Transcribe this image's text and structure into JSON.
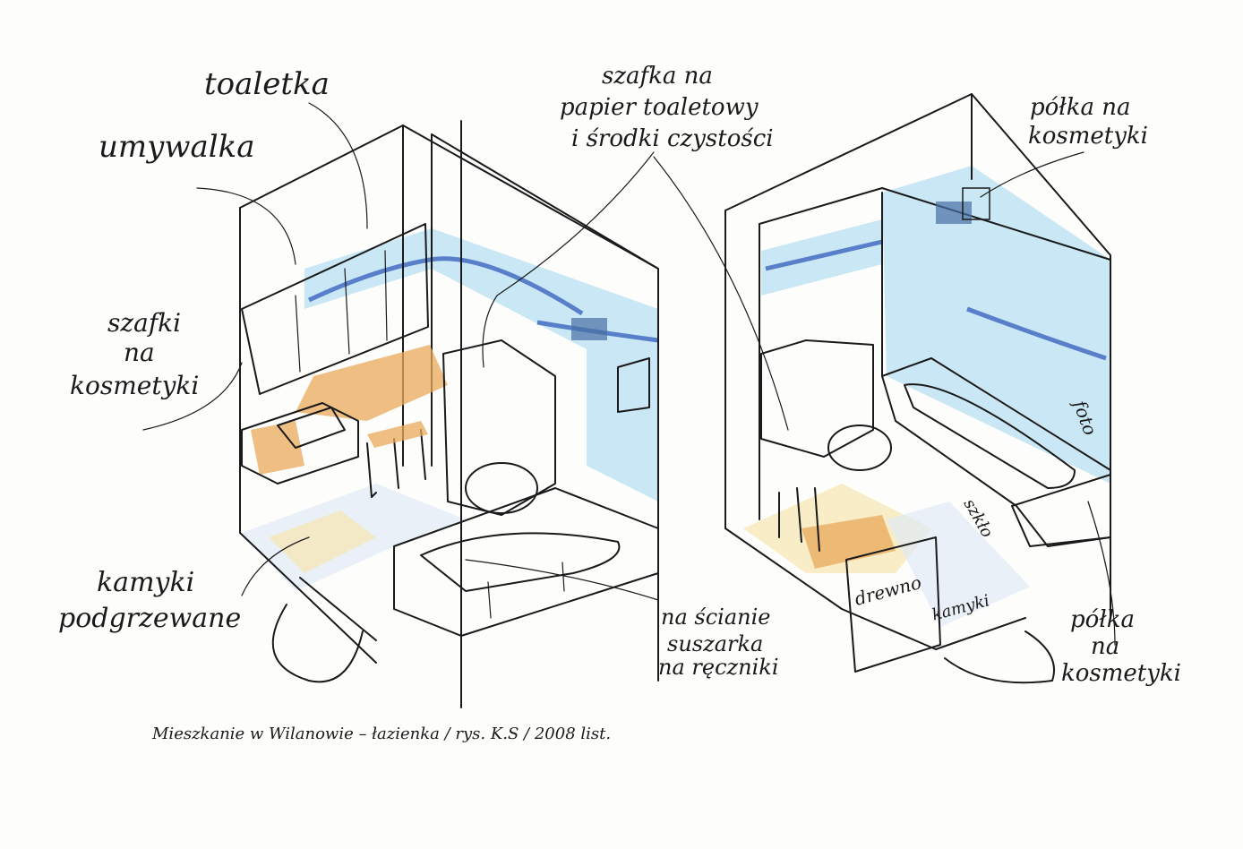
{
  "labels": {
    "toaletka": "toaletka",
    "umywalka": "umywalka",
    "szafki_line1": "szafki",
    "szafki_line2": "na",
    "szafki_line3": "kosmetyki",
    "szafka_papier_line1": "szafka na",
    "szafka_papier_line2": "papier toaletowy",
    "szafka_papier_line3": "i środki czystości",
    "polka_top_line1": "półka na",
    "polka_top_line2": "kosmetyki",
    "kamyki_line1": "kamyki",
    "kamyki_line2": "podgrzewane",
    "na_scianie_line1": "na ścianie",
    "na_scianie_line2": "suszarka",
    "na_scianie_line3": "na ręczniki",
    "polka_bottom_line1": "półka",
    "polka_bottom_line2": "na",
    "polka_bottom_line3": "kosmetyki",
    "foto": "foto",
    "szklo": "szkło",
    "drewno": "drewno",
    "kamyki_floor": "kamyki",
    "caption": "Mieszkanie w Wilanowie – łazienka / rys. K.S / 2008 list."
  },
  "colors": {
    "wall_tile": "#bfe3f2",
    "tile_band": "#2a53b8",
    "wood": "#e8a85a",
    "ink": "#1a1a1a"
  }
}
